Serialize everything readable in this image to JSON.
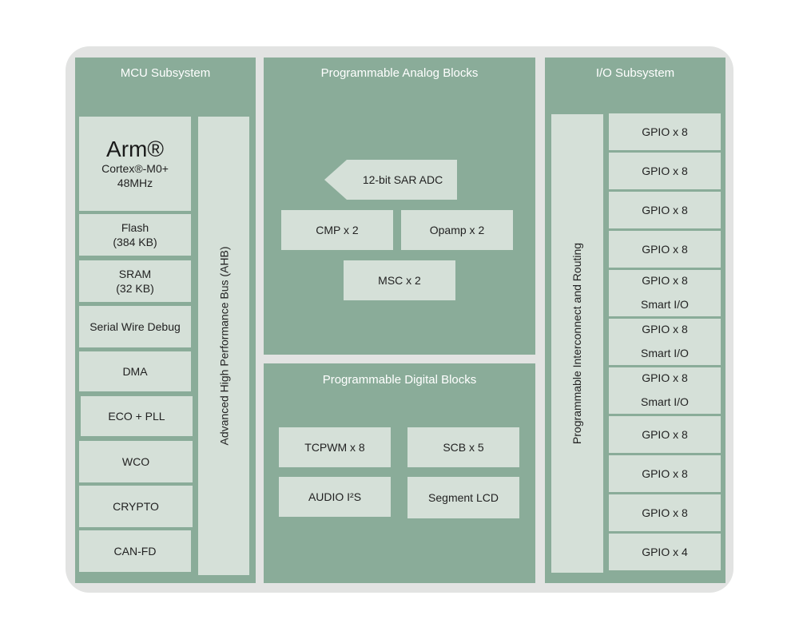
{
  "mcu": {
    "title": "MCU Subsystem",
    "arm": {
      "brand": "Arm®",
      "core": "Cortex®-M0+",
      "freq": "48MHz"
    },
    "flash": {
      "line1": "Flash",
      "line2": "(384 KB)"
    },
    "sram": {
      "line1": "SRAM",
      "line2": "(32 KB)"
    },
    "items": [
      "Serial Wire Debug",
      "DMA",
      "ECO + PLL",
      "WCO",
      "CRYPTO",
      "CAN-FD"
    ],
    "bus": "Advanced High Performance Bus (AHB)"
  },
  "analog": {
    "title": "Programmable Analog Blocks",
    "adc": "12-bit SAR ADC",
    "cmp": "CMP x 2",
    "opamp": "Opamp x 2",
    "msc": "MSC x 2"
  },
  "digital": {
    "title": "Programmable Digital Blocks",
    "tcpwm": "TCPWM x 8",
    "scb": "SCB x 5",
    "audio": "AUDIO I²S",
    "lcd": "Segment LCD"
  },
  "io": {
    "title": "I/O Subsystem",
    "interconnect": "Programmable Interconnect and Routing",
    "gpio": [
      {
        "label": "GPIO x 8"
      },
      {
        "label": "GPIO x 8"
      },
      {
        "label": "GPIO x 8"
      },
      {
        "label": "GPIO x 8"
      },
      {
        "label": "GPIO x 8",
        "sub": "Smart I/O"
      },
      {
        "label": "GPIO x 8",
        "sub": "Smart I/O"
      },
      {
        "label": "GPIO x 8",
        "sub": "Smart I/O"
      },
      {
        "label": "GPIO x 8"
      },
      {
        "label": "GPIO x 8"
      },
      {
        "label": "GPIO x 8"
      },
      {
        "label": "GPIO x 4"
      }
    ]
  },
  "colors": {
    "panel": "#8aac99",
    "block": "#d5e0d8",
    "frame": "#e2e3e2"
  }
}
